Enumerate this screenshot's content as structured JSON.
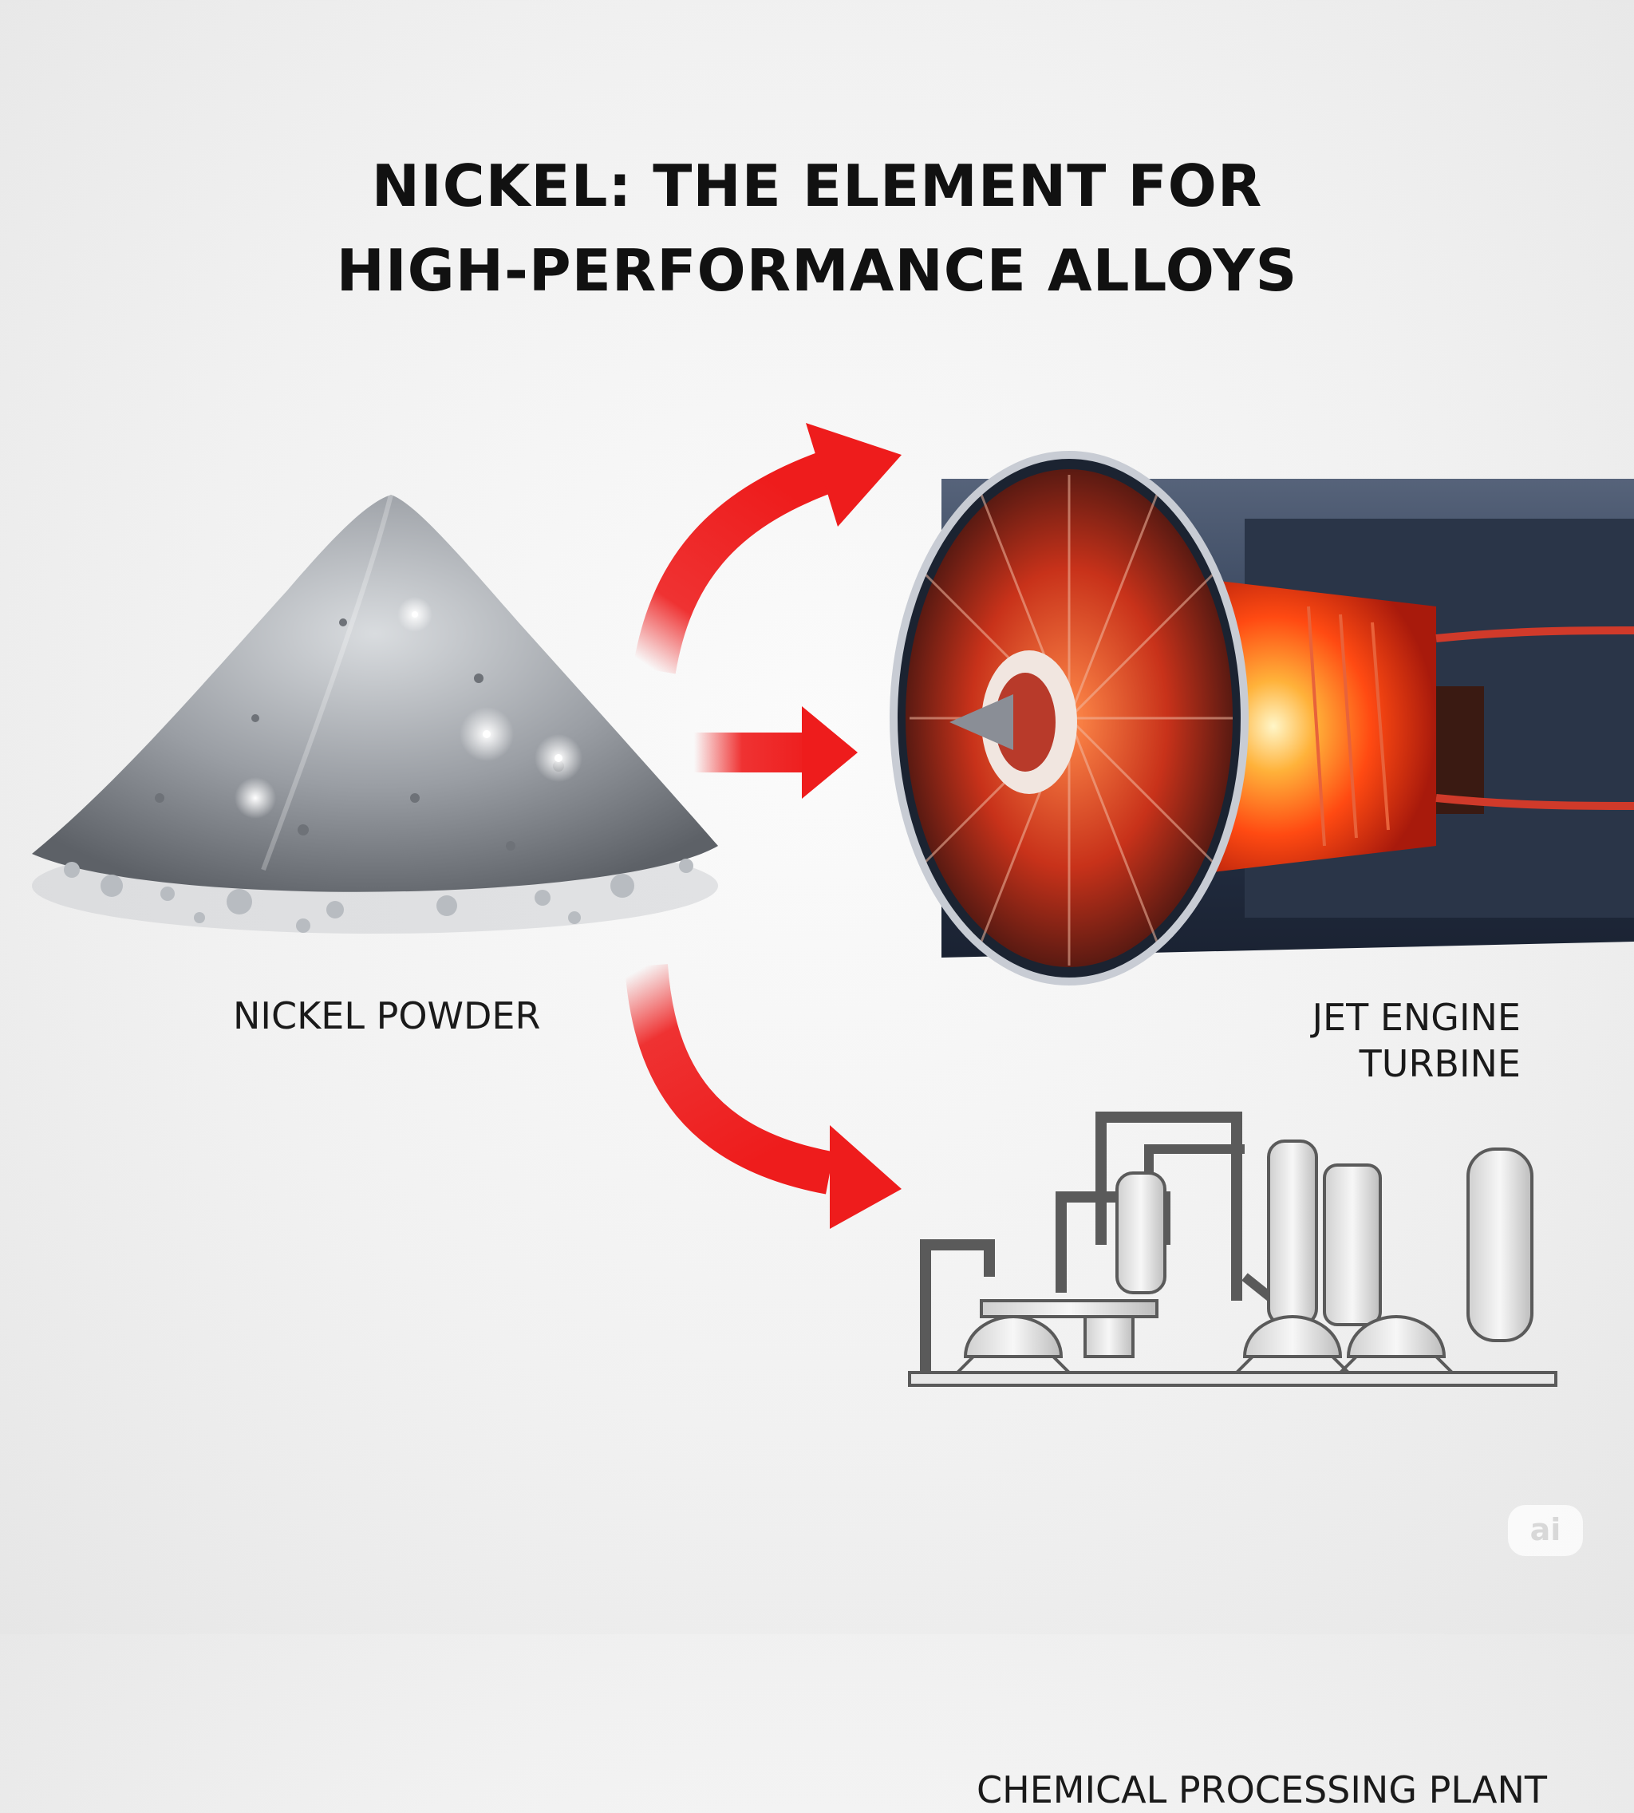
{
  "title": {
    "line1": "NICKEL: THE ELEMENT FOR",
    "line2": "HIGH-PERFORMANCE ALLOYS"
  },
  "nodes": {
    "source": {
      "label": "NICKEL POWDER"
    },
    "turbine": {
      "line1": "JET ENGINE",
      "line2": "TURBINE"
    },
    "plant": {
      "label": "CHEMICAL PROCESSING PLANT"
    }
  },
  "watermark": {
    "text": "ai"
  },
  "colors": {
    "arrow": "#ee1c1c",
    "powder": "#9a9ea4",
    "engine_body": "#2c3a52",
    "engine_glow": "#ff5a1a",
    "line_art": "#5a5a5a"
  },
  "icons": [
    "nickel-powder-pile",
    "jet-engine-turbine",
    "chemical-plant-line-art",
    "curved-arrow",
    "straight-arrow"
  ]
}
